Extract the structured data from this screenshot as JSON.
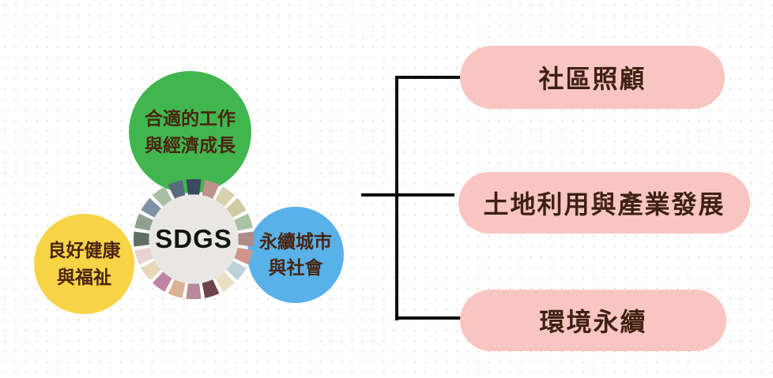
{
  "diagram": {
    "center": {
      "label": "SDGS",
      "bg": "#e9e7e4",
      "text_color": "#141414"
    },
    "wheel": {
      "segment_colors": [
        "#3b4a5e",
        "#c18f8d",
        "#d8d2ae",
        "#d0caa3",
        "#a8c2a2",
        "#b08a87",
        "#d0958a",
        "#bcd2d9",
        "#eadfc4",
        "#6b4549",
        "#b8899a",
        "#dbb295",
        "#bf84a1",
        "#e8d8ba",
        "#e8d3d1",
        "#5e6f62",
        "#90a08e",
        "#7e92a5",
        "#a9bfa3",
        "#5a6b80"
      ]
    },
    "circles": [
      {
        "name": "decent-work-economic-growth",
        "line1": "合適的工作",
        "line2": "與經濟成長",
        "color": "#41b64f"
      },
      {
        "name": "good-health-wellbeing",
        "line1": "良好健康",
        "line2": "與福祉",
        "color": "#f7d345"
      },
      {
        "name": "sustainable-cities-society",
        "line1": "永續城市",
        "line2": "與社會",
        "color": "#59b1e9"
      }
    ],
    "circle_text_color": "#4a2410",
    "branches": [
      {
        "name": "community-care",
        "label": "社區照顧"
      },
      {
        "name": "land-use-industry-development",
        "label": "土地利用與產業發展"
      },
      {
        "name": "environmental-sustainability",
        "label": "環境永續"
      }
    ],
    "branch_bg": "#f8c5c2",
    "branch_text_color": "#3f2111",
    "connector_color": "#0d0d0d"
  }
}
